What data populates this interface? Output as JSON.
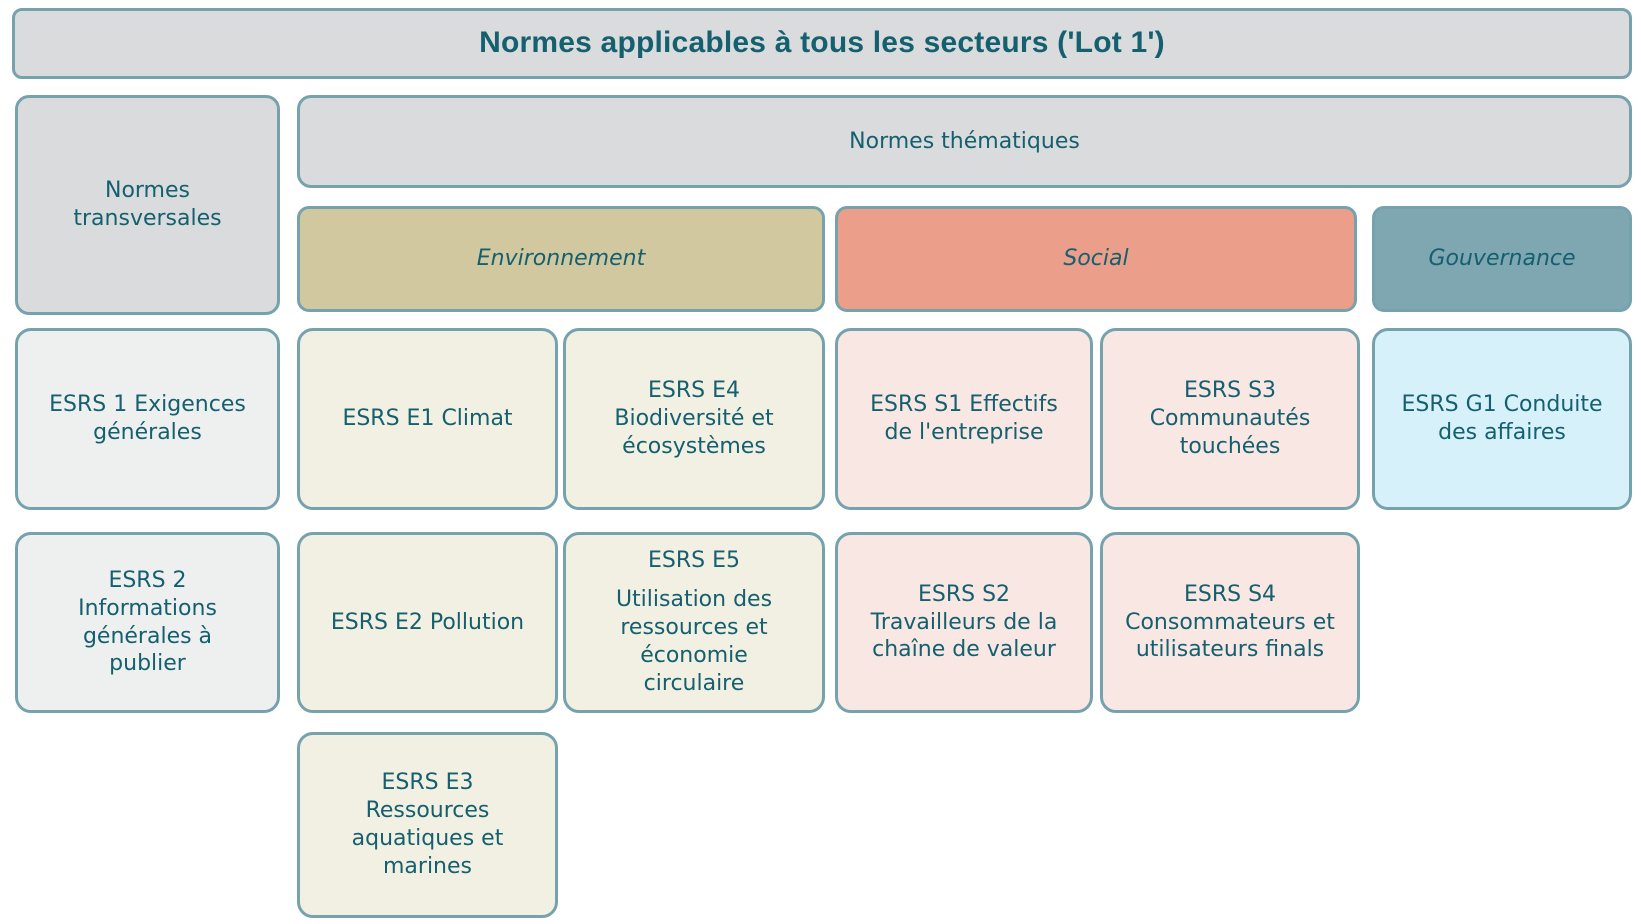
{
  "banner": {
    "title": "Normes applicables à tous les secteurs ('Lot 1')"
  },
  "headers": {
    "transversal": "Normes\ntransversales",
    "thematic": "Normes thématiques",
    "environment": "Environnement",
    "social": "Social",
    "governance": "Gouvernance"
  },
  "cards": [
    {
      "id": "esrs-1",
      "group": "transversal",
      "label": "ESRS 1 Exigences\ngénérales"
    },
    {
      "id": "esrs-2",
      "group": "transversal",
      "label": "ESRS 2\nInformations\ngénérales à\npublier"
    },
    {
      "id": "esrs-e1",
      "group": "environment",
      "label": "ESRS E1 Climat"
    },
    {
      "id": "esrs-e2",
      "group": "environment",
      "label": "ESRS E2 Pollution"
    },
    {
      "id": "esrs-e3",
      "group": "environment",
      "label": "ESRS E3\nRessources\naquatiques et\nmarines"
    },
    {
      "id": "esrs-e4",
      "group": "environment",
      "label": "ESRS E4\nBiodiversité et\nécosystèmes"
    },
    {
      "id": "esrs-e5",
      "group": "environment",
      "label": "ESRS E5",
      "body": "Utilisation des\nressources et\néconomie\ncirculaire"
    },
    {
      "id": "esrs-s1",
      "group": "social",
      "label": "ESRS S1 Effectifs\nde l'entreprise"
    },
    {
      "id": "esrs-s2",
      "group": "social",
      "label": "ESRS S2\nTravailleurs de la\nchaîne de valeur"
    },
    {
      "id": "esrs-s3",
      "group": "social",
      "label": "ESRS S3\nCommunautés\ntouchées"
    },
    {
      "id": "esrs-s4",
      "group": "social",
      "label": "ESRS S4\nConsommateurs et\nutilisateurs finals"
    },
    {
      "id": "esrs-g1",
      "group": "governance",
      "label": "ESRS G1 Conduite\ndes affaires"
    }
  ],
  "colors": {
    "border": "#76a2ad",
    "text": "#15606f",
    "header_gray": "#d9dbdc",
    "transversal_card": "#eef0f0",
    "environment": "#d1c8a0",
    "environment_card": "#f2efe3",
    "social": "#eb9e8a",
    "social_card": "#f8e7e3",
    "governance": "#7ea7b2",
    "governance_card": "#d6f1fa"
  }
}
